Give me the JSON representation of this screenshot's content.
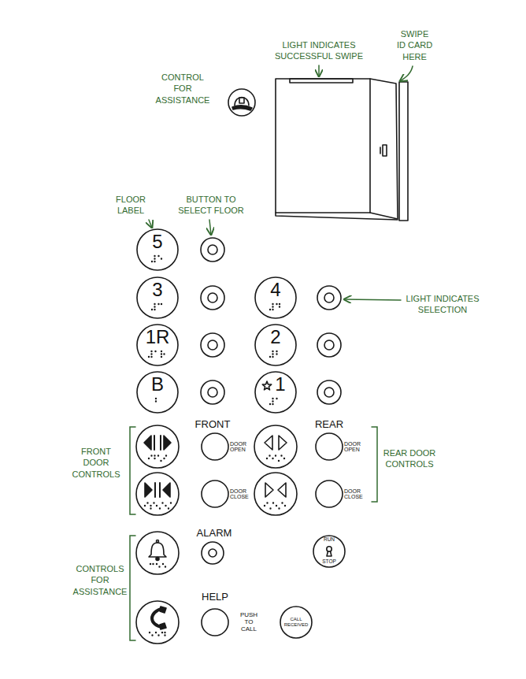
{
  "diagram": {
    "nodes": [
      {
        "text": [
          "5"
        ]
      },
      {
        "text": [
          "3"
        ]
      },
      {
        "text": [
          "4"
        ]
      },
      {
        "text": [
          "1R"
        ]
      },
      {
        "text": [
          "2"
        ]
      },
      {
        "text": [
          "B"
        ]
      },
      {
        "text": [
          "1"
        ]
      },
      {
        "text": [
          "RUN",
          "STOP"
        ]
      },
      {
        "text": [
          "CALL RECEIVED"
        ]
      }
    ],
    "labels": [
      "LIGHT INDICATES SUCCESSFUL SWIPE",
      "SWIPE ID CARD HERE",
      "CONTROL FOR ASSISTANCE",
      "FLOOR LABEL",
      "BUTTON TO SELECT FLOOR",
      "LIGHT INDICATES SELECTION",
      "FRONT",
      "REAR",
      "DOOR OPEN",
      "DOOR CLOSE",
      "DOOR OPEN",
      "DOOR CLOSE",
      "FRONT DOOR CONTROLS",
      "REAR DOOR CONTROLS",
      "ALARM",
      "CONTROLS FOR ASSISTANCE",
      "HELP",
      "PUSH TO CALL"
    ]
  }
}
